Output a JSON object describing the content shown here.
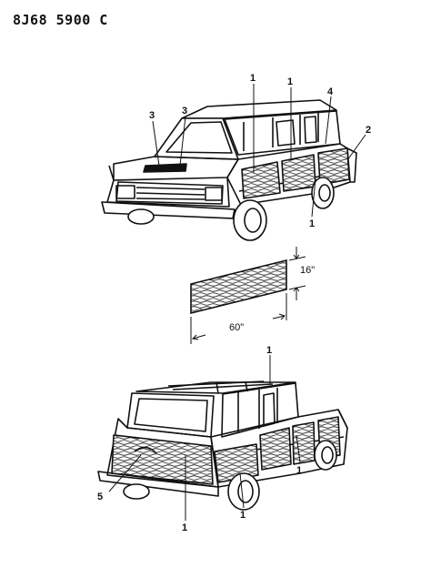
{
  "header": {
    "doc_code": "8J68 5900 C"
  },
  "callouts": {
    "top_1a": "1",
    "top_1b": "1",
    "top_1c": "1",
    "top_2": "2",
    "top_3a": "3",
    "top_3b": "3",
    "top_4": "4",
    "bot_1a": "1",
    "bot_1b": "1",
    "bot_1c": "1",
    "bot_1d": "1",
    "bot_5": "5"
  },
  "panel": {
    "height_label": "16\"",
    "width_label": "60\""
  }
}
